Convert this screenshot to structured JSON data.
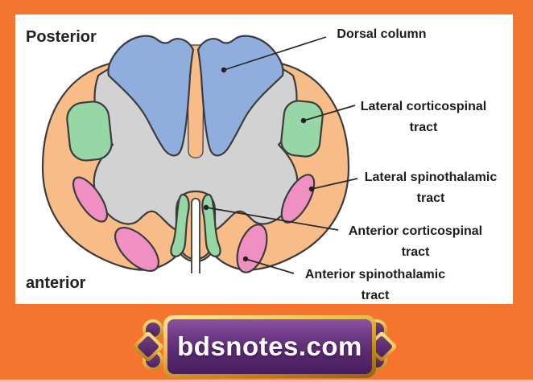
{
  "window": {
    "bg_color": "#f6752e",
    "panel_bg": "#ffffff"
  },
  "diagram": {
    "orientation_labels": {
      "top": "Posterior",
      "bottom": "anterior"
    },
    "colors": {
      "white_matter": "#f8bc88",
      "gray_matter": "#d2d2d3",
      "dorsal_column": "#8faedd",
      "corticospinal_tract": "#95d7a5",
      "spinothalamic_tract": "#ef8fc2",
      "fissure": "#ffffff",
      "outline": "#3c3c3c",
      "leader_line": "#2a2a2a"
    },
    "labels": [
      {
        "id": "dorsal-column",
        "line1": "Dorsal column",
        "line2": ""
      },
      {
        "id": "lateral-corticospinal",
        "line1": "Lateral corticospinal",
        "line2": "tract"
      },
      {
        "id": "lateral-spinothalamic",
        "line1": "Lateral spinothalamic",
        "line2": "tract"
      },
      {
        "id": "anterior-corticospinal",
        "line1": "Anterior corticospinal",
        "line2": "tract"
      },
      {
        "id": "anterior-spinothalamic",
        "line1": "Anterior spinothalamic",
        "line2": "tract"
      }
    ]
  },
  "footer": {
    "site_label": "bdsnotes.com",
    "banner_purple": "#5a2a70",
    "banner_gold": "#edc04a"
  }
}
